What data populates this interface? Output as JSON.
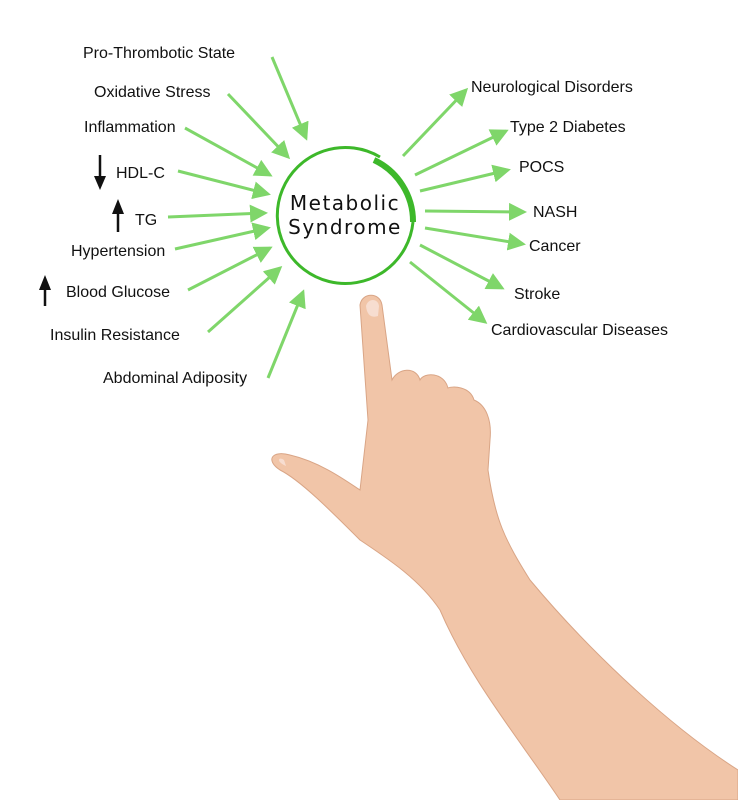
{
  "center": {
    "line1": "Metabolic",
    "line2": "Syndrome"
  },
  "causes": [
    {
      "label": "Pro-Thrombotic State"
    },
    {
      "label": "Oxidative Stress"
    },
    {
      "label": "Inflammation"
    },
    {
      "label": "HDL-C",
      "indicator": "down-arrow"
    },
    {
      "label": "TG",
      "indicator": "up-arrow"
    },
    {
      "label": "Hypertension"
    },
    {
      "label": "Blood Glucose",
      "indicator": "up-arrow"
    },
    {
      "label": "Insulin Resistance"
    },
    {
      "label": "Abdominal Adiposity"
    }
  ],
  "consequences": [
    {
      "label": "Neurological Disorders"
    },
    {
      "label": "Type 2 Diabetes"
    },
    {
      "label": "POCS"
    },
    {
      "label": "NASH"
    },
    {
      "label": "Cancer"
    },
    {
      "label": "Stroke"
    },
    {
      "label": "Cardiovascular Diseases"
    }
  ],
  "colors": {
    "arrow": "#7fd66a",
    "circle": "#3db82a",
    "text": "#111111",
    "skin": "#f1c5a8"
  }
}
